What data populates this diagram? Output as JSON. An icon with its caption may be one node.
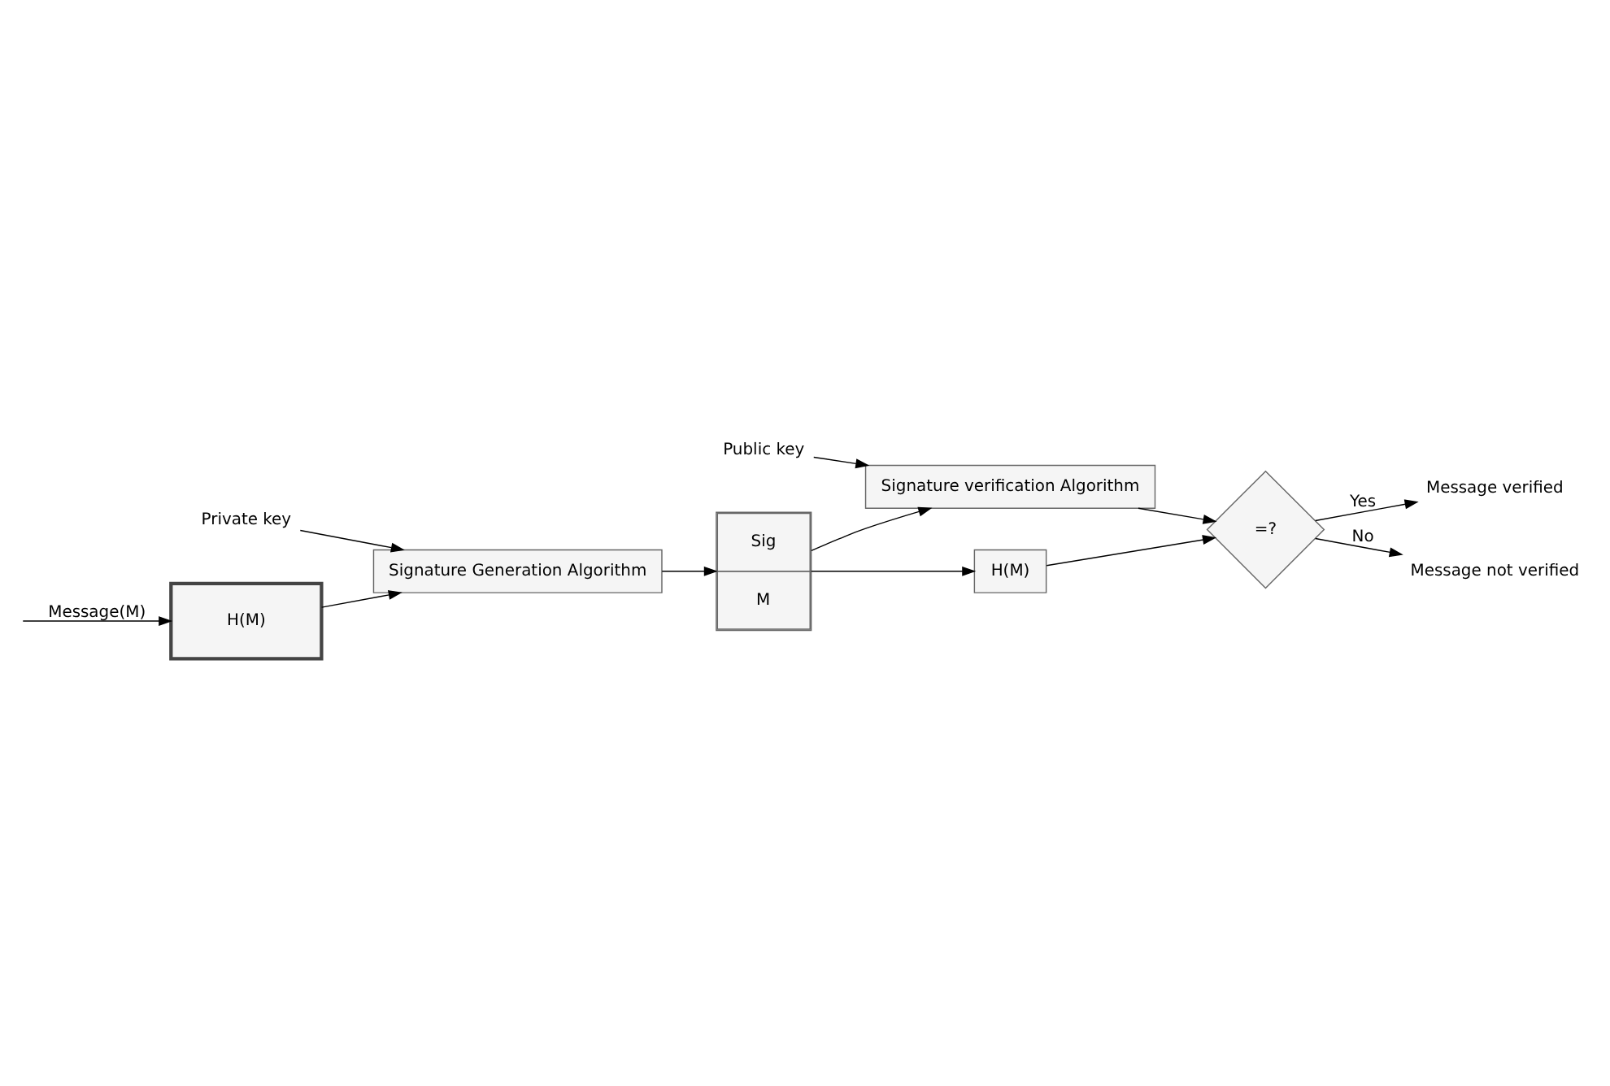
{
  "diagram": {
    "nodes": [
      {
        "text": [
          "H(M)"
        ]
      },
      {
        "text": [
          "Private key"
        ]
      },
      {
        "text": [
          "Signature Generation Algorithm"
        ]
      },
      {
        "text": [
          "Sig",
          "M"
        ]
      },
      {
        "text": [
          "H(M)"
        ]
      },
      {
        "text": [
          "=?"
        ]
      },
      {
        "text": [
          "Signature verification Algorithm"
        ]
      },
      {
        "text": [
          "Public key"
        ]
      },
      {
        "text": [
          "Message verified"
        ]
      },
      {
        "text": [
          "Message not verified"
        ]
      }
    ],
    "edges": [
      {
        "from": null,
        "to": 0,
        "arrow": "to",
        "label": "Message(M)"
      },
      {
        "from": 0,
        "to": 2,
        "arrow": "to"
      },
      {
        "from": 1,
        "to": 2,
        "arrow": "to"
      },
      {
        "from": 2,
        "to": 3,
        "arrow": "to"
      },
      {
        "from": 3,
        "to": 4,
        "arrow": "to"
      },
      {
        "from": 4,
        "to": 5,
        "arrow": "to"
      },
      {
        "from": 3,
        "to": 6,
        "arrow": "to"
      },
      {
        "from": 7,
        "to": 6,
        "arrow": "to"
      },
      {
        "from": 6,
        "to": 5,
        "arrow": "to"
      },
      {
        "from": 5,
        "to": 8,
        "arrow": "to",
        "label": "Yes"
      },
      {
        "from": 5,
        "to": 9,
        "arrow": "to",
        "label": "No"
      }
    ]
  }
}
